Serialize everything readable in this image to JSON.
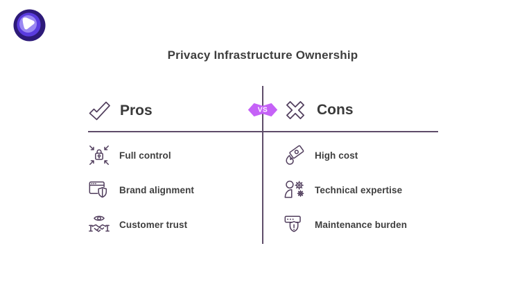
{
  "header": {
    "title": "Privacy Infrastructure Ownership"
  },
  "logo": {
    "name": "proton-vpn-logo"
  },
  "vs_badge": {
    "label": "VS"
  },
  "pros": {
    "heading": "Pros",
    "icon": "check-icon",
    "items": [
      {
        "label": "Full control",
        "icon": "lock-compress-arrows-icon"
      },
      {
        "label": "Brand alignment",
        "icon": "browser-shield-icon"
      },
      {
        "label": "Customer trust",
        "icon": "eye-handshake-icon"
      }
    ]
  },
  "cons": {
    "heading": "Cons",
    "icon": "cross-icon",
    "items": [
      {
        "label": "High cost",
        "icon": "burning-banknote-icon"
      },
      {
        "label": "Technical expertise",
        "icon": "person-gears-icon"
      },
      {
        "label": "Maintenance burden",
        "icon": "panel-shield-alert-icon"
      }
    ]
  },
  "colors": {
    "accent_purple": "#c562f7",
    "icon_stroke": "#523f5e",
    "divider": "#5e4c69",
    "text": "#3e3e3e",
    "logo_outer": "#2d1a79",
    "logo_mid": "#5a3cdf",
    "logo_inner": "#9a88f2",
    "logo_core": "#ffffff"
  }
}
